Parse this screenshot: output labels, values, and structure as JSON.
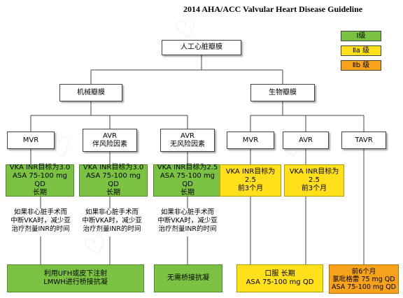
{
  "title": "2014 AHA/ACC Valvular Heart Disease Guideline",
  "legend": [
    {
      "label": "Ⅰ级",
      "color": "#7cc242"
    },
    {
      "label": "Ⅱa 级",
      "color": "#ffe01a"
    },
    {
      "label": "Ⅱb 级",
      "color": "#f7a21b"
    }
  ],
  "root": "人工心脏瓣膜",
  "branches": {
    "mechanical": "机械瓣膜",
    "bio": "生物瓣膜"
  },
  "mechanical_types": [
    {
      "line1": "MVR",
      "line2": ""
    },
    {
      "line1": "AVR",
      "line2": "伴风险因素"
    },
    {
      "line1": "AVR",
      "line2": "无风险因素"
    }
  ],
  "bio_types": [
    {
      "line1": "MVR"
    },
    {
      "line1": "AVR"
    },
    {
      "line1": "TAVR"
    }
  ],
  "mechanical_therapy": [
    {
      "line1": "VKA INR目标为3.0",
      "line2": "ASA 75-100 mg QD",
      "line3": "长期"
    },
    {
      "line1": "VKA INR目标为3.0",
      "line2": "ASA 75-100 mg QD",
      "line3": "长期"
    },
    {
      "line1": "VKA INR目标为2.5",
      "line2": "ASA 75-100 mg QD",
      "line3": "长期"
    }
  ],
  "bio_therapy": [
    {
      "line1": "VKA INR目标为2.5",
      "line2": "前3个月"
    },
    {
      "line1": "VKA INR目标为2.5",
      "line2": "前3个月"
    }
  ],
  "surgery_notes": [
    {
      "line1": "如果非心脏手术而",
      "line2": "中断VKA时，减少亚",
      "line3": "治疗剂量INR的时间"
    },
    {
      "line1": "如果非心脏手术而",
      "line2": "中断VKA时，减少亚",
      "line3": "治疗剂量INR的时间"
    },
    {
      "line1": "如果非心脏手术而",
      "line2": "中断VKA时，减少亚",
      "line3": "治疗剂量INR的时间"
    }
  ],
  "outcomes": {
    "bridging": {
      "line1": "利用UFH或皮下注射",
      "line2": "LMWH进行桥接抗凝"
    },
    "no_bridging": {
      "line1": "无需桥接抗凝"
    },
    "oral": {
      "line1": "口服  长期",
      "line2": "ASA 75-100 mg QD"
    },
    "tavr": {
      "line1": "前6个月",
      "line2": "氯吡格雷 75 mg QD",
      "line3": "ASA 75-100 mg QD"
    }
  }
}
